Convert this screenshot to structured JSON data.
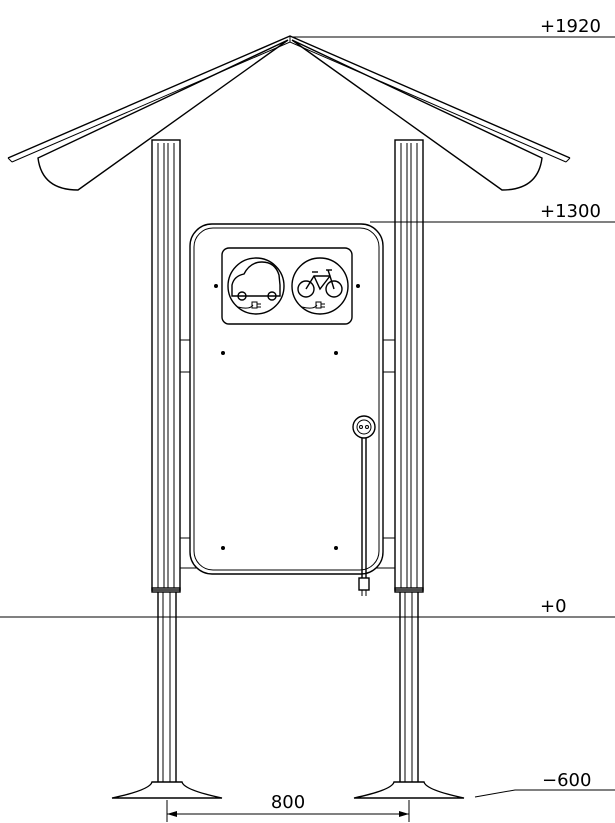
{
  "dimensions": {
    "roof_top": "+1920",
    "panel_top": "+1300",
    "ground": "+0",
    "foundation": "−600",
    "post_spacing": "800"
  },
  "icons": [
    "car-charging-icon",
    "bicycle-charging-icon"
  ]
}
